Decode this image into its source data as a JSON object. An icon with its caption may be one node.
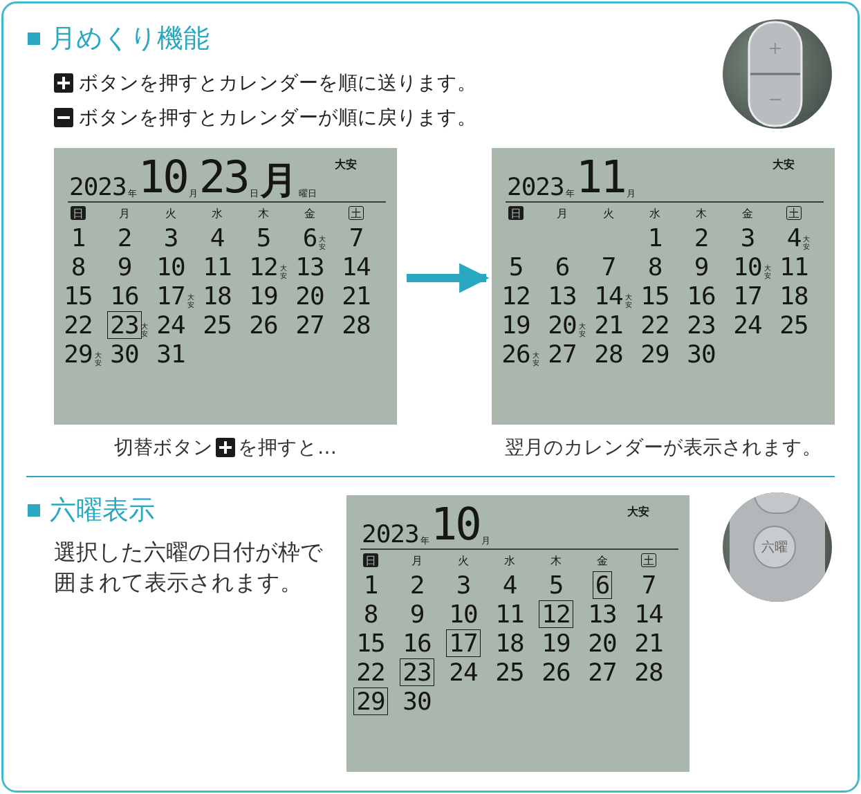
{
  "diagram": {
    "nodes": [
      {
        "text": [],
        "shape": "picture"
      },
      {
        "text": [
          "2023",
          "年",
          "10",
          "月",
          "23",
          "日",
          "月",
          "曜日",
          "大安",
          "日",
          "月",
          "火",
          "水",
          "木",
          "金",
          "土",
          "1",
          "2",
          "3",
          "4",
          "5",
          "6",
          "大安",
          "7",
          "8",
          "9",
          "10",
          "11",
          "12",
          "大安",
          "13",
          "14",
          "15",
          "16",
          "17",
          "大安",
          "18",
          "19",
          "20",
          "21",
          "22",
          "23",
          "大安",
          "24",
          "25",
          "26",
          "27",
          "28",
          "29",
          "大安",
          "30",
          "31"
        ],
        "beside": [
          "切替ボタン",
          "を押すと…"
        ]
      },
      {
        "text": [
          "2023",
          "年",
          "11",
          "月",
          "大安",
          "日",
          "月",
          "火",
          "水",
          "木",
          "金",
          "土",
          "1",
          "2",
          "3",
          "4",
          "大安",
          "5",
          "6",
          "7",
          "8",
          "9",
          "10",
          "大安",
          "11",
          "12",
          "13",
          "14",
          "大安",
          "15",
          "16",
          "17",
          "18",
          "19",
          "20",
          "大安",
          "21",
          "22",
          "23",
          "24",
          "25",
          "26",
          "大安",
          "27",
          "28",
          "29",
          "30"
        ],
        "beside": [
          "翌月のカレンダーが表示されます。"
        ]
      },
      {
        "text": [
          "2023",
          "年",
          "10",
          "月",
          "大安",
          "日",
          "月",
          "火",
          "水",
          "木",
          "金",
          "土",
          "1",
          "2",
          "3",
          "4",
          "5",
          "6",
          "7",
          "8",
          "9",
          "10",
          "11",
          "12",
          "13",
          "14",
          "15",
          "16",
          "17",
          "18",
          "19",
          "20",
          "21",
          "22",
          "23",
          "24",
          "25",
          "26",
          "27",
          "28",
          "29",
          "30"
        ]
      },
      {
        "text": [
          "六曜"
        ]
      }
    ],
    "edges": [
      {
        "from": 1,
        "to": 2,
        "arrow": "to"
      }
    ],
    "labels": [
      "月めくり機能",
      "ボタンを押すとカレンダーを順に送ります。",
      "ボタンを押すとカレンダーが順に戻ります。",
      "六曜表示",
      "選択した六曜の日付が枠で囲まれて表示されます。"
    ]
  }
}
